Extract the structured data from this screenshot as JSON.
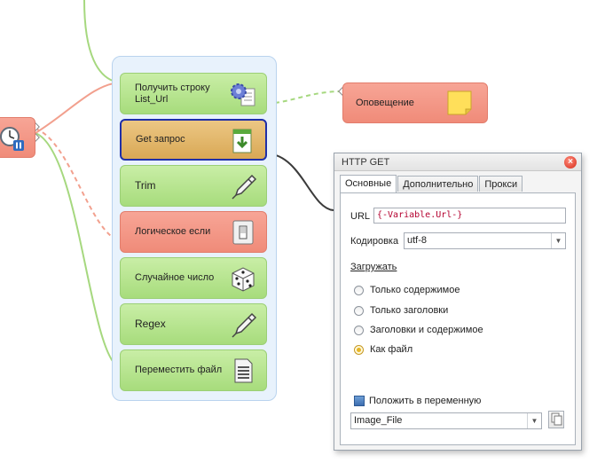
{
  "nodes": {
    "get_list_row": "Получить строку List_Url",
    "get_request": "Get запрос",
    "trim": "Trim",
    "logical_if": "Логическое если",
    "random_number": "Случайное число",
    "regex": "Regex",
    "move_file": "Переместить файл",
    "notification": "Оповещение"
  },
  "icons": {
    "get_list_row": "gear-document-icon",
    "get_request": "download-icon",
    "trim": "pen-icon",
    "logical_if": "switch-icon",
    "random_number": "dice-icon",
    "regex": "pen-icon",
    "move_file": "document-icon",
    "notification": "sticky-note-icon",
    "start": "clock-pause-icon"
  },
  "panel": {
    "title": "HTTP GET",
    "tabs": [
      "Основные",
      "Дополнительно",
      "Прокси"
    ],
    "url_label": "URL",
    "url_value": "{-Variable.Url-}",
    "encoding_label": "Кодировка",
    "encoding_value": "utf-8",
    "load_label": "Загружать",
    "load_options": [
      "Только содержимое",
      "Только заголовки",
      "Заголовки и содержимое",
      "Как файл"
    ],
    "selected_option": "Как файл",
    "put_in_variable_label": "Положить в переменную",
    "variable_value": "Image_File"
  },
  "colors": {
    "green_node": "#b6e38f",
    "red_node": "#f29885",
    "selected_node": "#e2b86c",
    "selection_border": "#1f2fa8",
    "group_bg": "#e8f2fc",
    "variable_token": "#b4002f"
  }
}
